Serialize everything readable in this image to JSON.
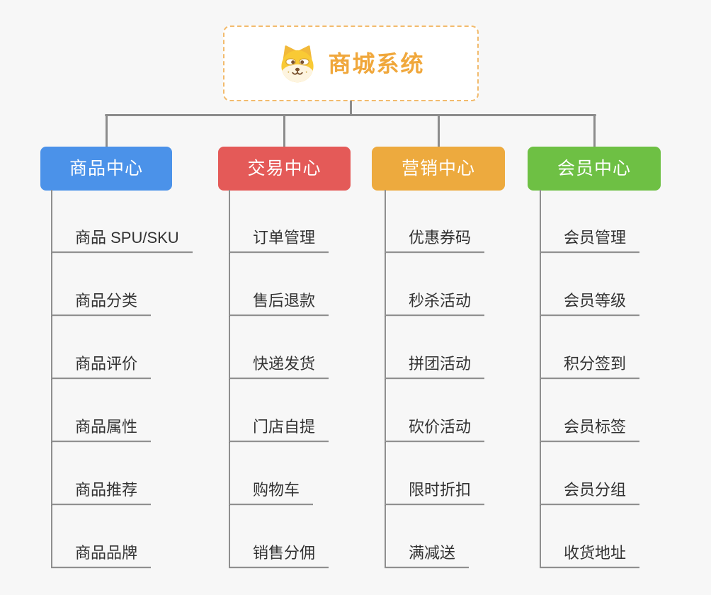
{
  "background_color": "#f7f7f7",
  "connector_color": "#8c8c8c",
  "root": {
    "title": "商城系统",
    "icon": "dog-face-icon",
    "text_color": "#f0a73b",
    "border_color": "#f2bb6d"
  },
  "branches": [
    {
      "label": "商品中心",
      "color": "#4b92e9",
      "children": [
        "商品 SPU/SKU",
        "商品分类",
        "商品评价",
        "商品属性",
        "商品推荐",
        "商品品牌"
      ]
    },
    {
      "label": "交易中心",
      "color": "#e45a58",
      "children": [
        "订单管理",
        "售后退款",
        "快递发货",
        "门店自提",
        "购物车",
        "销售分佣"
      ]
    },
    {
      "label": "营销中心",
      "color": "#edaa3e",
      "children": [
        "优惠券码",
        "秒杀活动",
        "拼团活动",
        "砍价活动",
        "限时折扣",
        "满减送"
      ]
    },
    {
      "label": "会员中心",
      "color": "#6ec044",
      "children": [
        "会员管理",
        "会员等级",
        "积分签到",
        "会员标签",
        "会员分组",
        "收货地址"
      ]
    }
  ]
}
